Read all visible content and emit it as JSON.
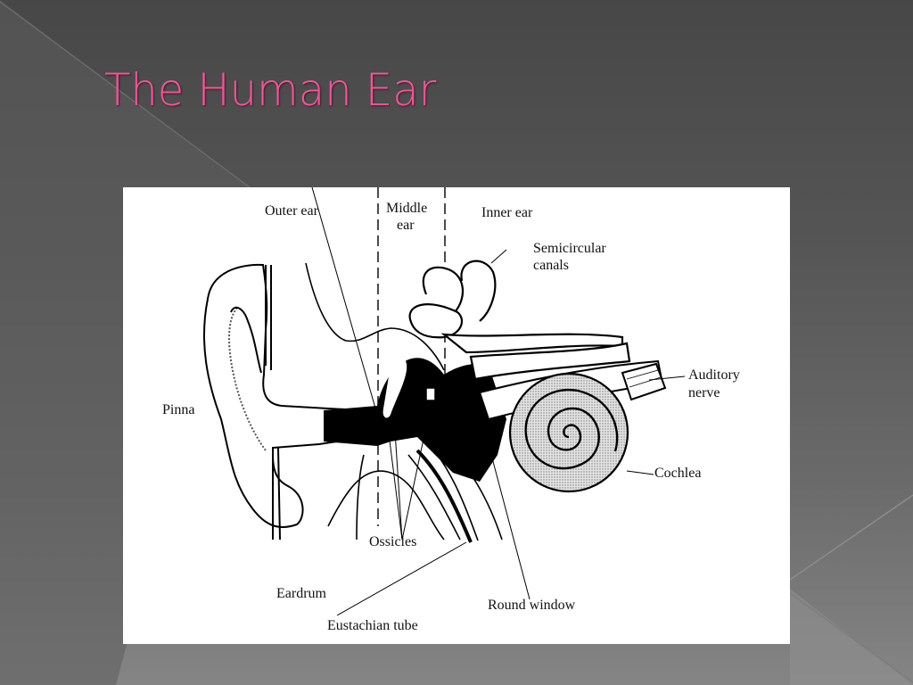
{
  "slide": {
    "title": "The Human Ear",
    "title_color": "#ff4f98",
    "background_colors": [
      "#474747",
      "#858585"
    ]
  },
  "diagram": {
    "sections": {
      "outer": "Outer ear",
      "middle_line1": "Middle",
      "middle_line2": "ear",
      "inner": "Inner ear"
    },
    "labels": {
      "semicircular_line1": "Semicircular",
      "semicircular_line2": "canals",
      "auditory_line1": "Auditory",
      "auditory_line2": "nerve",
      "pinna": "Pinna",
      "cochlea": "Cochlea",
      "ossicles": "Ossicles",
      "eardrum": "Eardrum",
      "round_window": "Round window",
      "eustachian_tube": "Eustachian tube"
    }
  }
}
